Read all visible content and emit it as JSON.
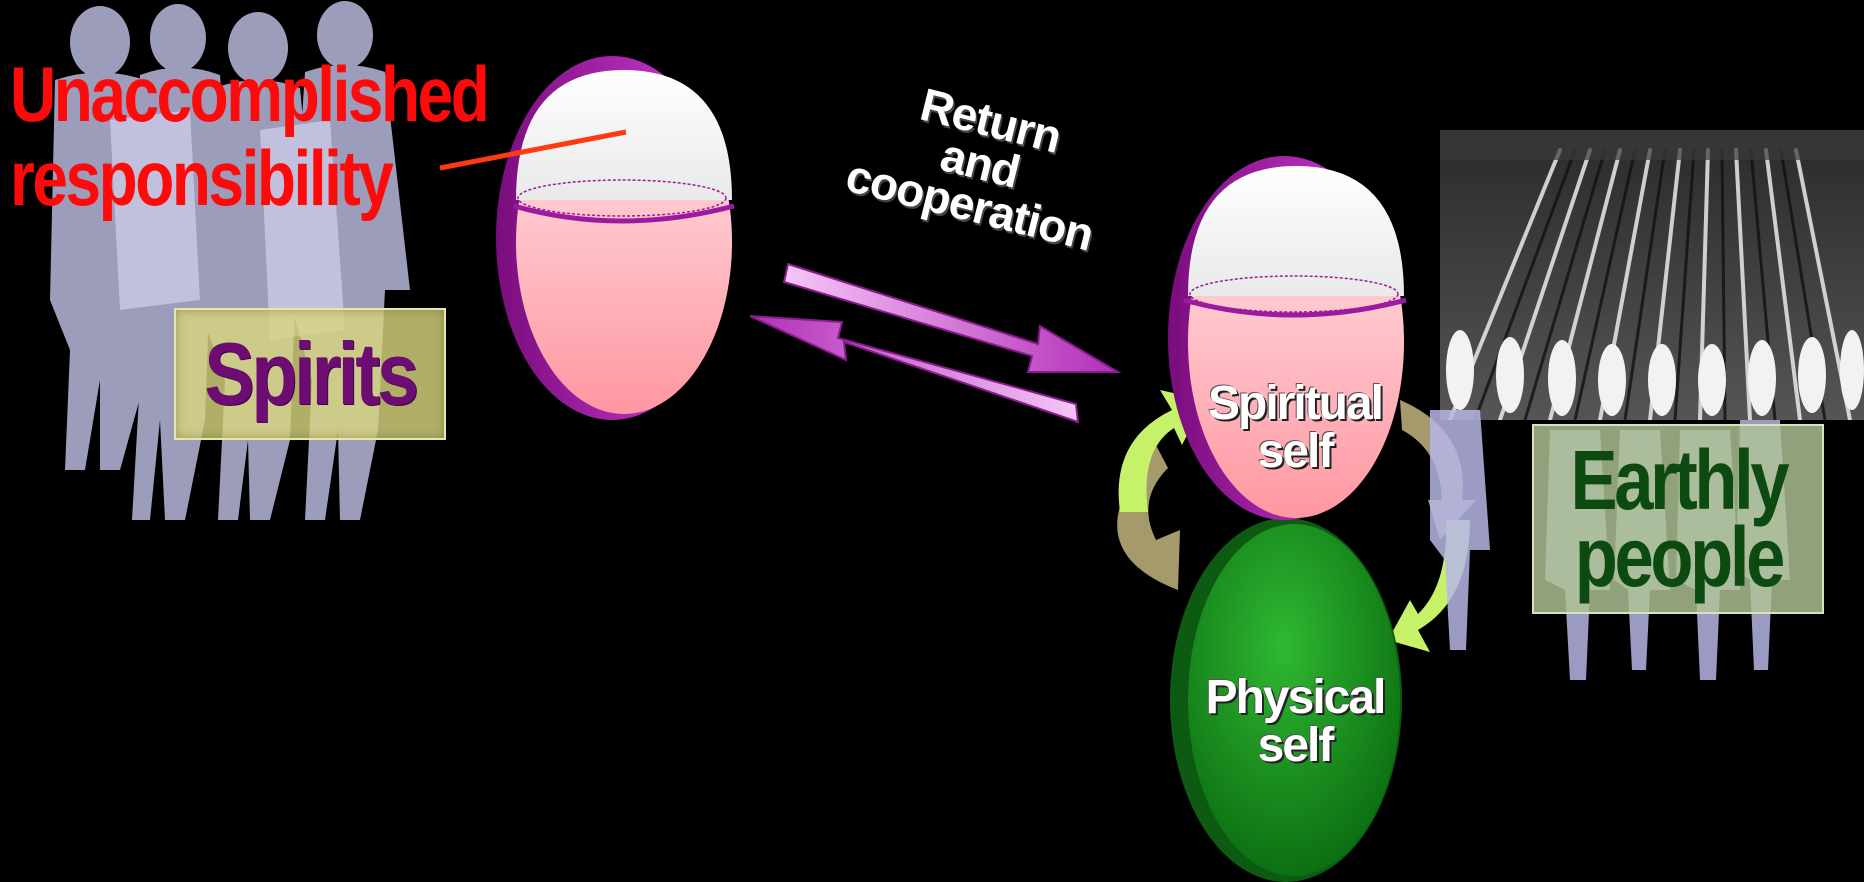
{
  "labels": {
    "unaccomplished_line1": "Unaccomplished",
    "unaccomplished_line2": "responsibility",
    "spirits": "Spirits",
    "return_line1": "Return",
    "return_line2": "and",
    "return_line3": "cooperation",
    "spiritual_line1": "Spiritual",
    "spiritual_line2": "self",
    "physical_line1": "Physical",
    "physical_line2": "self",
    "earthly_line1": "Earthly",
    "earthly_line2": "people"
  },
  "colors": {
    "background": "#000000",
    "responsibility_text": "#ff0a0a",
    "pointer_line": "#ff3a10",
    "spirits_text": "#6d0d73",
    "earthly_text": "#0c4a12",
    "arrow_magenta": "#b22fb8",
    "egg_pink": "#ff9fa8",
    "egg_rim": "#a01aa0",
    "physical_green": "#13871b",
    "cycle_arrow_light": "#c6f26a",
    "cycle_arrow_tan": "#a59a6c"
  }
}
